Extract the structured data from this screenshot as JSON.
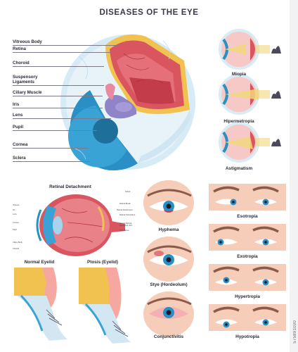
{
  "title": "DISEASES OF THE EYE",
  "anatomy_labels": [
    "Vitreous Body",
    "Retina",
    "Choroid",
    "Suspensory Ligaments",
    "Ciliary Muscle",
    "Iris",
    "Lens",
    "Pupil",
    "Cornea",
    "Sclera"
  ],
  "refraction": {
    "items": [
      "Miopia",
      "Hipermetropia",
      "Astigmatism"
    ]
  },
  "retinal": {
    "title": "Retinal Detachment",
    "small_labels_left": [
      "Vitreous",
      "Iris",
      "Lens",
      "Cornea",
      "Pupil",
      "Ciliary Body",
      "Choroid"
    ],
    "small_labels_right": [
      "Sclera",
      "Retinal Break",
      "Retinal Detachment",
      "Retinal Vasculature",
      "Central Retinal Artery And Vein",
      "Optic Nerve"
    ]
  },
  "eyelids": {
    "normal": "Normal Eyelid",
    "ptosis": "Ptosis (Eyelid)"
  },
  "diseases": {
    "items": [
      "Hyphema",
      "Stye (Hordeolum)",
      "Conjunctivitis"
    ]
  },
  "strabismus": {
    "items": [
      "Esotropia",
      "Exotropia",
      "Hypertropia",
      "Hypotropia"
    ]
  },
  "stock": {
    "id": "575891000"
  },
  "colors": {
    "blue": "#2a8fc4",
    "red": "#d95560",
    "skin": "#f6cdb8",
    "sclera": "#d7ecf6",
    "purple": "#8f84c8"
  }
}
